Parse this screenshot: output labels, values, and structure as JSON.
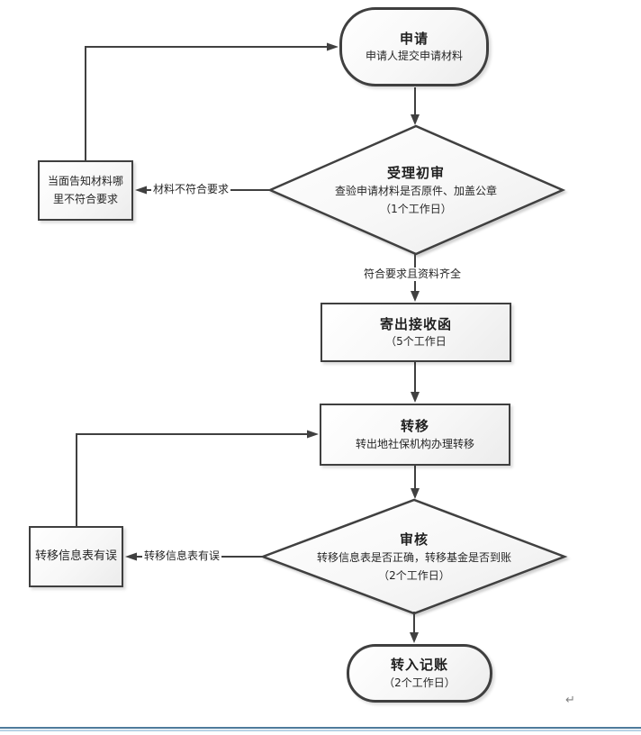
{
  "page": {
    "return_mark": "↵"
  },
  "colors": {
    "shape_border": "#3f3f3f",
    "connector": "#404040",
    "text": "#262626",
    "bottom_rule_dark": "#4d7a9b",
    "bottom_rule_light": "#b9d3e5"
  },
  "nodes": {
    "apply": {
      "title": "申请",
      "subtitle": "申请人提交申请材料"
    },
    "initial_review": {
      "title": "受理初审",
      "line1": "查验申请材料是否原件、加盖公章",
      "line2": "（1个工作日）"
    },
    "notify_box": {
      "text": "当面告知材料哪里不符合要求"
    },
    "send_letter": {
      "title": "寄出接收函",
      "subtitle": "（5个工作日"
    },
    "transfer": {
      "title": "转移",
      "subtitle": "转出地社保机构办理转移"
    },
    "audit": {
      "title": "审核",
      "line1": "转移信息表是否正确，转移基金是否到账",
      "line2": "（2个工作日）"
    },
    "error_box": {
      "text": "转移信息表有误"
    },
    "record": {
      "title": "转入记账",
      "subtitle": "（2个工作日）"
    }
  },
  "edge_labels": {
    "not_conform": "材料不符合要求",
    "conform": "符合要求且资料齐全",
    "info_error": "转移信息表有误"
  }
}
